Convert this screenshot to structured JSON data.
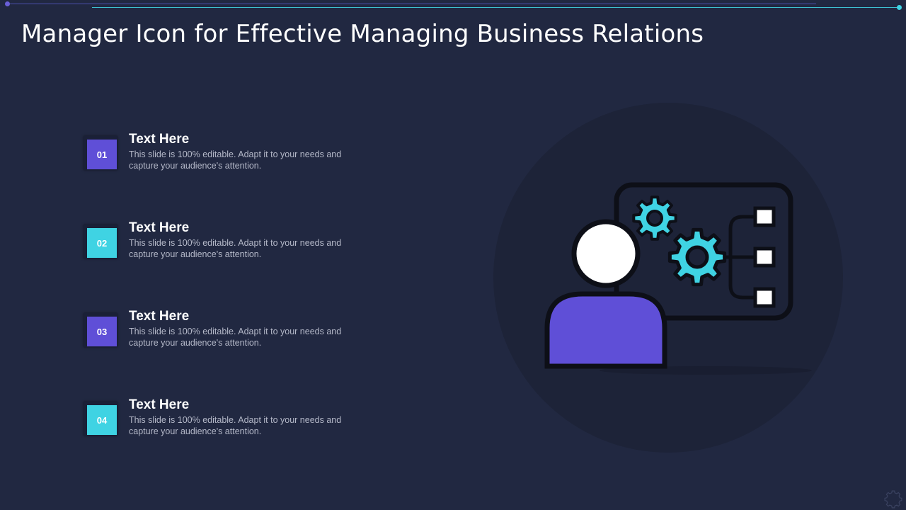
{
  "title": "Manager Icon for Effective Managing Business Relations",
  "items": [
    {
      "number": "01",
      "heading": "Text Here",
      "description": "This slide is 100% editable. Adapt it to your needs and capture your audience's attention.",
      "color": "#5f4fd7"
    },
    {
      "number": "02",
      "heading": "Text Here",
      "description": "This slide is 100% editable. Adapt it to your needs and capture your audience's attention.",
      "color": "#3fd3e3"
    },
    {
      "number": "03",
      "heading": "Text Here",
      "description": "This slide is 100% editable. Adapt it to your needs and capture your audience's attention.",
      "color": "#5f4fd7"
    },
    {
      "number": "04",
      "heading": "Text Here",
      "description": "This slide is 100% editable. Adapt it to your needs and capture your audience's attention.",
      "color": "#3fd3e3"
    }
  ],
  "icons": {
    "main_graphic": "manager-with-gears-and-org-chart-icon",
    "corner": "gear-icon"
  },
  "colors": {
    "background": "#212841",
    "circle": "#1d2338",
    "purple": "#5f4fd7",
    "cyan": "#3fd3e3",
    "outline": "#0d0f17",
    "white": "#ffffff"
  }
}
